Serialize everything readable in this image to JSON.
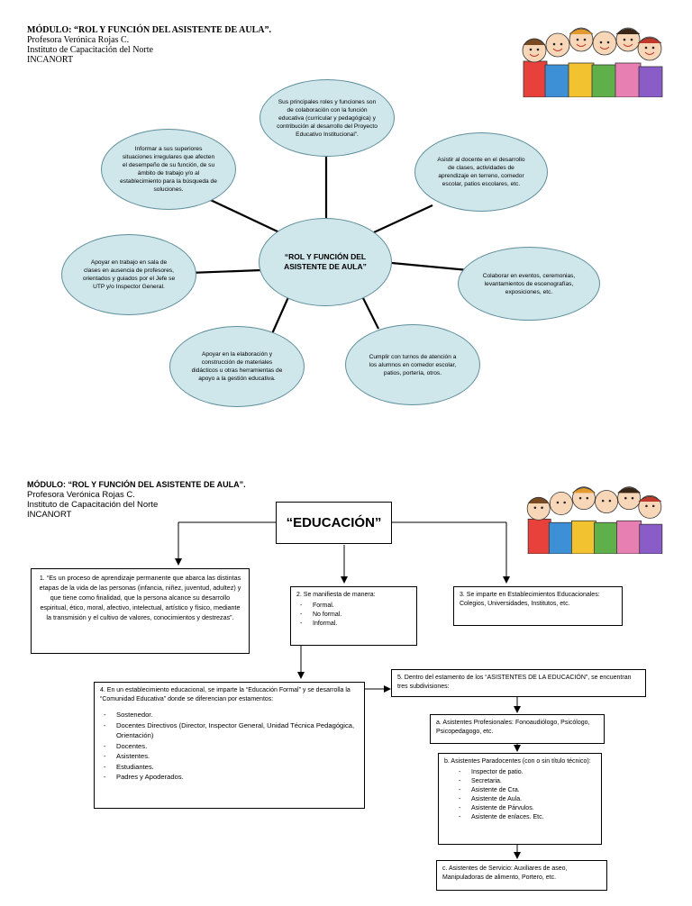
{
  "page1": {
    "header": {
      "modulo_label": "MÓDULO",
      "modulo_title": ": “ROL Y FUNCIÓN DEL ASISTENTE DE AULA”.",
      "teacher": "Profesora Verónica Rojas C.",
      "institute": "Instituto de Capacitación del Norte",
      "acronym": "INCANORT"
    },
    "center": "“ROL Y FUNCIÓN DEL ASISTENTE DE AULA”",
    "bubbles": [
      "Sus principales roles y funciones son de colaboración con la función educativa (curricular y pedagógica) y contribución al desarrollo del Proyecto Educativo Institucional”.",
      "Asistir al docente en el desarrollo de clases, actividades de aprendizaje en terreno, comedor escolar, patios escolares, etc.",
      "Colaborar en eventos, ceremonias, levantamientos de escenografías, exposiciones, etc.",
      "Cumplir con turnos de atención a los alumnos en comedor escolar, patios, portería, otros.",
      "Apoyar en la elaboración y construcción de materiales didácticos u otras herramientas de apoyo a la gestión educativa.",
      "Apoyar en trabajo en sala de clases en ausencia de profesores, orientados y guiados por el Jefe se UTP y/o Inspector General.",
      "Informar a sus superiores situaciones irregulares que afecten el desempeño de su función, de su ámbito de trabajo y/o al establecimiento para la búsqueda de soluciones."
    ]
  },
  "page2": {
    "header": {
      "title": "MÓDULO: “ROL Y FUNCIÓN DEL ASISTENTE DE AULA”.",
      "teacher": "Profesora Verónica Rojas C.",
      "institute": "Instituto de Capacitación del Norte",
      "acronym": "INCANORT"
    },
    "main_title": "“EDUCACIÓN”",
    "box1": "1. “Es un proceso de aprendizaje permanente que abarca las distintas etapas de la vida de las personas (infancia, niñez, juventud, adultez) y que tiene como finalidad, que la persona alcance su desarrollo espiritual, ético, moral, afectivo, intelectual, artístico y físico, mediante la transmisión y el cultivo de valores, conocimientos y destrezas”.",
    "box2": {
      "title": "2. Se manifiesta de manera:",
      "items": [
        "Formal.",
        "No formal.",
        "Informal."
      ]
    },
    "box3": "3. Se imparte en Establecimientos Educacionales: Colegios, Universidades, Institutos, etc.",
    "box4": {
      "title": "4. En un establecimiento educacional, se imparte la “Educación Formal” y se desarrolla la “Comunidad Educativa” donde se diferencian por estamentos:",
      "items": [
        "Sostenedor.",
        "Docentes Directivos (Director, Inspector General, Unidad Técnica Pedagógica, Orientación)",
        "Docentes.",
        "Asistentes.",
        "Estudiantes.",
        "Padres y Apoderados."
      ]
    },
    "box5": "5. Dentro del estamento de los “ASISTENTES DE LA EDUCACIÓN”, se encuentran tres subdivisiones:",
    "box5a": "a. Asistentes Profesionales: Fonoaudiólogo, Psicólogo, Psicopedagogo, etc.",
    "box5b": {
      "title": "b. Asistentes Paradocentes (con o sin título técnico):",
      "items": [
        "Inspector de patio.",
        "Secretaria.",
        "Asistente de Cra.",
        "Asistente de Aula.",
        "Asistente de Párvulos.",
        "Asistente de enlaces. Etc."
      ]
    },
    "box5c": "c. Asistentes de Servicio: Auxiliares de aseo, Manipuladoras de alimento, Portero, etc."
  },
  "decor": {
    "kids_image": "children-illustration-icon",
    "bubble_fill": "#cfe6ea",
    "bubble_border": "#5f8f9c"
  }
}
